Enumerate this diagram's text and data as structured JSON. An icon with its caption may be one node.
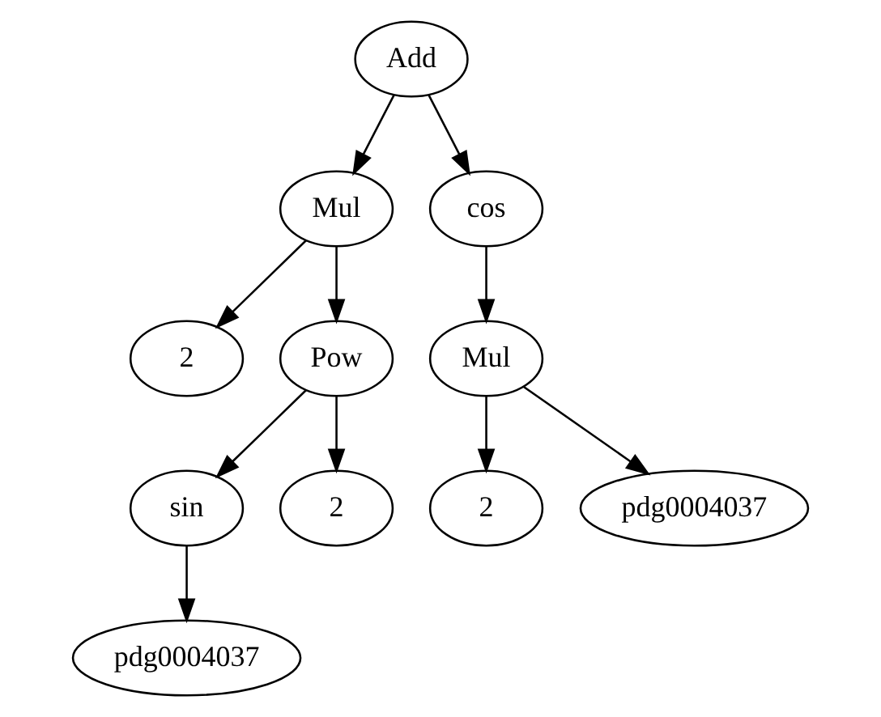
{
  "diagram": {
    "nodes": [
      {
        "text": [
          "Add"
        ]
      },
      {
        "text": [
          "Mul"
        ]
      },
      {
        "text": [
          "cos"
        ]
      },
      {
        "text": [
          "2"
        ]
      },
      {
        "text": [
          "Pow"
        ]
      },
      {
        "text": [
          "Mul"
        ]
      },
      {
        "text": [
          "sin"
        ]
      },
      {
        "text": [
          "2"
        ]
      },
      {
        "text": [
          "2"
        ]
      },
      {
        "text": [
          "pdg0004037"
        ]
      },
      {
        "text": [
          "pdg0004037"
        ]
      }
    ],
    "edges": [
      {
        "from": 0,
        "to": 1,
        "arrow": "to"
      },
      {
        "from": 0,
        "to": 2,
        "arrow": "to"
      },
      {
        "from": 1,
        "to": 3,
        "arrow": "to"
      },
      {
        "from": 1,
        "to": 4,
        "arrow": "to"
      },
      {
        "from": 2,
        "to": 5,
        "arrow": "to"
      },
      {
        "from": 4,
        "to": 6,
        "arrow": "to"
      },
      {
        "from": 4,
        "to": 7,
        "arrow": "to"
      },
      {
        "from": 5,
        "to": 8,
        "arrow": "to"
      },
      {
        "from": 5,
        "to": 9,
        "arrow": "to"
      },
      {
        "from": 6,
        "to": 10,
        "arrow": "to"
      }
    ]
  }
}
